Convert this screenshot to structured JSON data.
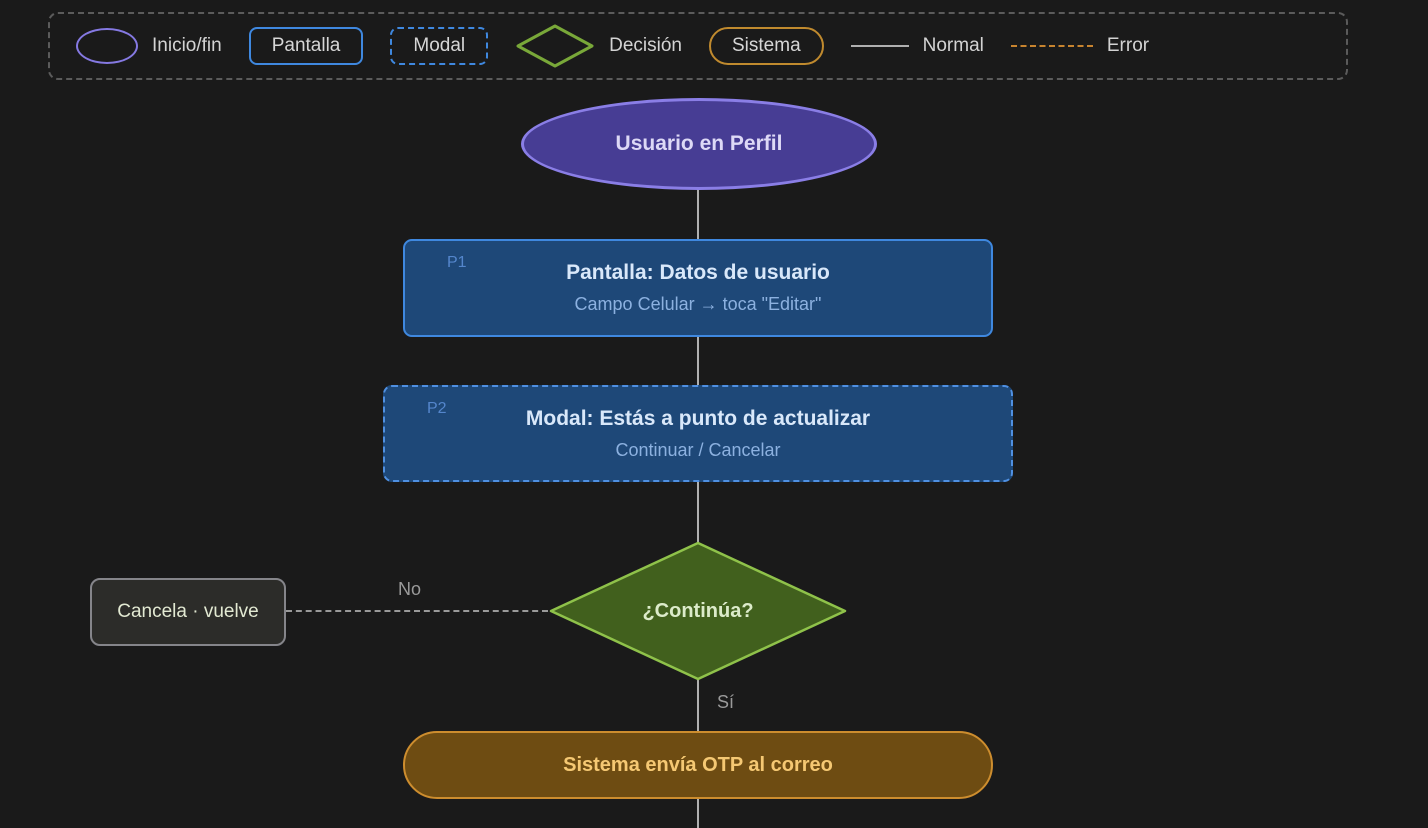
{
  "legend": {
    "items": [
      {
        "type": "start-end-shape",
        "label": "Inicio/fin"
      },
      {
        "type": "screen-shape",
        "label": "Pantalla"
      },
      {
        "type": "modal-shape",
        "label": "Modal"
      },
      {
        "type": "decision-shape",
        "label": "Decisión"
      },
      {
        "type": "system-shape",
        "label": "Sistema"
      },
      {
        "type": "normal-edge",
        "label": "Normal"
      },
      {
        "type": "error-edge",
        "label": "Error"
      }
    ]
  },
  "flow": {
    "start": {
      "label": "Usuario en Perfil"
    },
    "screen_p1": {
      "badge": "P1",
      "title": "Pantalla: Datos de usuario",
      "subtitle": "Campo Celular → toca \"Editar\""
    },
    "modal_p2": {
      "badge": "P2",
      "title": "Modal: Estás a punto de actualizar",
      "subtitle": "Continuar / Cancelar"
    },
    "decision": {
      "label": "¿Continúa?"
    },
    "branch_no": {
      "label": "No"
    },
    "branch_yes": {
      "label": "Sí"
    },
    "cancel_note": {
      "label": "Cancela · vuelve"
    },
    "system_otp": {
      "label": "Sistema envía OTP al correo"
    }
  },
  "colors": {
    "background": "#1a1a1a",
    "start_fill": "#473d94",
    "start_stroke": "#8a7ee6",
    "screen_fill": "#1e4878",
    "screen_stroke": "#3f88df",
    "decision_fill": "#41601d",
    "decision_stroke": "#8fc24a",
    "system_fill": "#6e4c12",
    "system_stroke": "#cd8d2e",
    "cancel_fill": "#2c2c29",
    "cancel_stroke": "#85858a",
    "connector_normal": "#b0b0b0",
    "connector_branch_dashed": "#9a9a9a",
    "error_edge": "#c8842f",
    "legend_border": "#5b5b5b"
  }
}
